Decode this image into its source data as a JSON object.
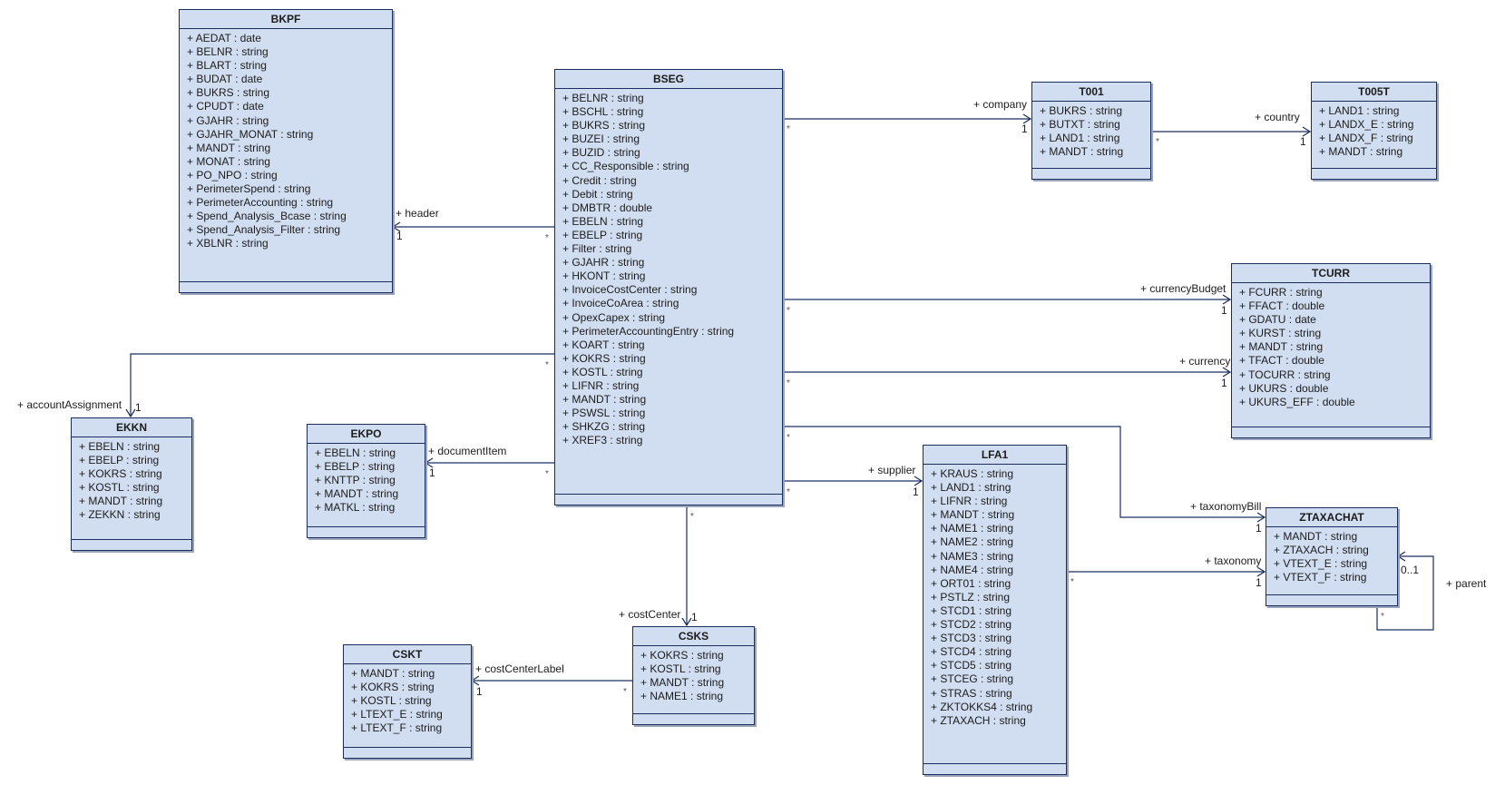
{
  "diagram": {
    "type": "uml-class-diagram",
    "classes": {
      "BKPF": {
        "name": "BKPF",
        "attributes": [
          "+ AEDAT : date",
          "+ BELNR : string",
          "+ BLART : string",
          "+ BUDAT : date",
          "+ BUKRS : string",
          "+ CPUDT : date",
          "+ GJAHR : string",
          "+ GJAHR_MONAT : string",
          "+ MANDT : string",
          "+ MONAT : string",
          "+ PO_NPO : string",
          "+ PerimeterSpend : string",
          "+ PerimeterAccounting : string",
          "+ Spend_Analysis_Bcase : string",
          "+ Spend_Analysis_Filter : string",
          "+ XBLNR : string"
        ]
      },
      "BSEG": {
        "name": "BSEG",
        "attributes": [
          "+ BELNR : string",
          "+ BSCHL : string",
          "+ BUKRS : string",
          "+ BUZEI : string",
          "+ BUZID : string",
          "+ CC_Responsible : string",
          "+ Credit : string",
          "+ Debit : string",
          "+ DMBTR : double",
          "+ EBELN : string",
          "+ EBELP : string",
          "+ Filter : string",
          "+ GJAHR : string",
          "+ HKONT : string",
          "+ InvoiceCostCenter : string",
          "+ InvoiceCoArea : string",
          "+ OpexCapex : string",
          "+ PerimeterAccountingEntry : string",
          "+ KOART : string",
          "+ KOKRS : string",
          "+ KOSTL : string",
          "+ LIFNR : string",
          "+ MANDT : string",
          "+ PSWSL : string",
          "+ SHKZG : string",
          "+ XREF3 : string"
        ]
      },
      "T001": {
        "name": "T001",
        "attributes": [
          "+ BUKRS : string",
          "+ BUTXT : string",
          "+ LAND1 : string",
          "+ MANDT : string"
        ]
      },
      "T005T": {
        "name": "T005T",
        "attributes": [
          "+ LAND1 : string",
          "+ LANDX_E : string",
          "+ LANDX_F : string",
          "+ MANDT : string"
        ]
      },
      "TCURR": {
        "name": "TCURR",
        "attributes": [
          "+ FCURR : string",
          "+ FFACT : double",
          "+ GDATU : date",
          "+ KURST : string",
          "+ MANDT : string",
          "+ TFACT : double",
          "+ TOCURR : string",
          "+ UKURS : double",
          "+ UKURS_EFF : double"
        ]
      },
      "EKKN": {
        "name": "EKKN",
        "attributes": [
          "+ EBELN : string",
          "+ EBELP : string",
          "+ KOKRS : string",
          "+ KOSTL : string",
          "+ MANDT : string",
          "+ ZEKKN : string"
        ]
      },
      "EKPO": {
        "name": "EKPO",
        "attributes": [
          "+ EBELN : string",
          "+ EBELP : string",
          "+ KNTTP : string",
          "+ MANDT : string",
          "+ MATKL : string"
        ]
      },
      "LFA1": {
        "name": "LFA1",
        "attributes": [
          "+ KRAUS : string",
          "+ LAND1 : string",
          "+ LIFNR : string",
          "+ MANDT : string",
          "+ NAME1 : string",
          "+ NAME2 : string",
          "+ NAME3 : string",
          "+ NAME4 : string",
          "+ ORT01 : string",
          "+ PSTLZ : string",
          "+ STCD1 : string",
          "+ STCD2 : string",
          "+ STCD3 : string",
          "+ STCD4 : string",
          "+ STCD5 : string",
          "+ STCEG : string",
          "+ STRAS : string",
          "+ ZKTOKKS4 : string",
          "+ ZTAXACH : string"
        ]
      },
      "ZTAXACHAT": {
        "name": "ZTAXACHAT",
        "attributes": [
          "+ MANDT : string",
          "+ ZTAXACH : string",
          "+ VTEXT_E : string",
          "+ VTEXT_F : string"
        ]
      },
      "CSKS": {
        "name": "CSKS",
        "attributes": [
          "+ KOKRS : string",
          "+ KOSTL : string",
          "+ MANDT : string",
          "+ NAME1 : string"
        ]
      },
      "CSKT": {
        "name": "CSKT",
        "attributes": [
          "+ MANDT : string",
          "+ KOKRS : string",
          "+ KOSTL : string",
          "+ LTEXT_E : string",
          "+ LTEXT_F : string"
        ]
      }
    },
    "associations": {
      "header": {
        "from": "BSEG",
        "to": "BKPF",
        "role": "+ header",
        "source_mult": "*",
        "target_mult": "1"
      },
      "company": {
        "from": "BSEG",
        "to": "T001",
        "role": "+ company",
        "source_mult": "*",
        "target_mult": "1"
      },
      "country": {
        "from": "T001",
        "to": "T005T",
        "role": "+ country",
        "source_mult": "*",
        "target_mult": "1"
      },
      "currencyBudget": {
        "from": "BSEG",
        "to": "TCURR",
        "role": "+ currencyBudget",
        "source_mult": "*",
        "target_mult": "1"
      },
      "currency": {
        "from": "BSEG",
        "to": "TCURR",
        "role": "+ currency",
        "source_mult": "*",
        "target_mult": "1"
      },
      "accountAssignment": {
        "from": "BSEG",
        "to": "EKKN",
        "role": "+ accountAssignment",
        "source_mult": "*",
        "target_mult": "1"
      },
      "documentItem": {
        "from": "BSEG",
        "to": "EKPO",
        "role": "+ documentItem",
        "source_mult": "*",
        "target_mult": "1"
      },
      "taxonomyBill": {
        "from": "BSEG",
        "to": "ZTAXACHAT",
        "role": "+ taxonomyBill",
        "source_mult": "*",
        "target_mult": "1"
      },
      "supplier": {
        "from": "BSEG",
        "to": "LFA1",
        "role": "+ supplier",
        "source_mult": "*",
        "target_mult": "1"
      },
      "taxonomy": {
        "from": "LFA1",
        "to": "ZTAXACHAT",
        "role": "+ taxonomy",
        "source_mult": "*",
        "target_mult": "1"
      },
      "parent": {
        "from": "ZTAXACHAT",
        "to": "ZTAXACHAT",
        "role": "+ parent",
        "source_mult": "*",
        "target_mult": "0..1"
      },
      "costCenter": {
        "from": "BSEG",
        "to": "CSKS",
        "role": "+ costCenter",
        "source_mult": "*",
        "target_mult": "1"
      },
      "costCenterLabel": {
        "from": "CSKS",
        "to": "CSKT",
        "role": "+ costCenterLabel",
        "source_mult": "*",
        "target_mult": "1"
      }
    }
  }
}
